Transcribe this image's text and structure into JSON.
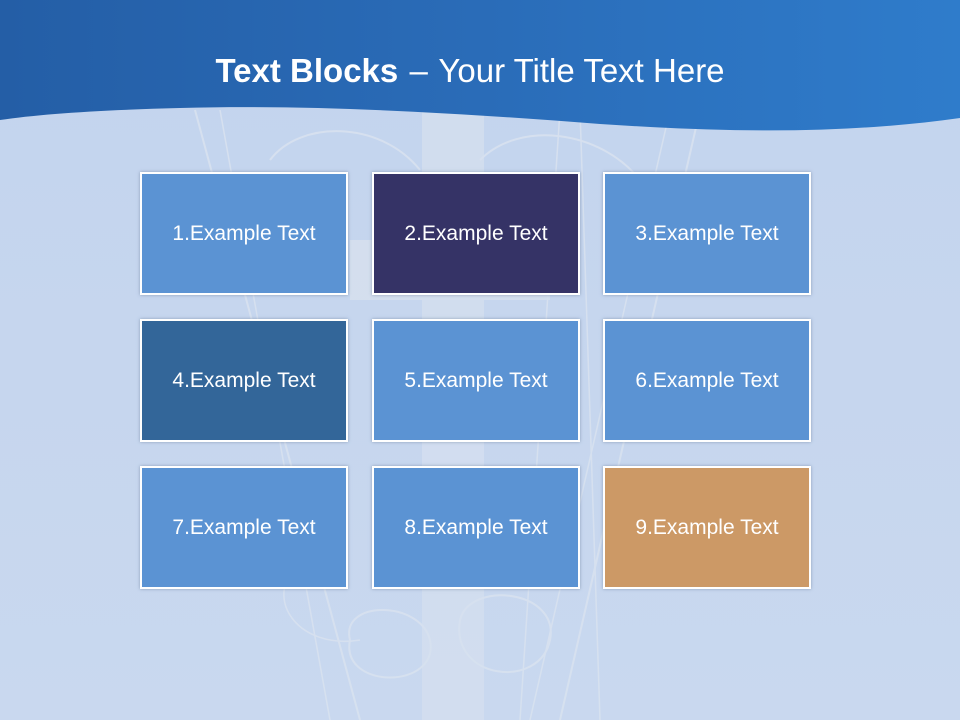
{
  "title": {
    "bold": "Text Blocks",
    "dash": "–",
    "rest": "Your Title Text Here"
  },
  "colors": {
    "header_blue_dark": "#1f5a9c",
    "header_blue_light": "#2f7ccb",
    "tile_default": "#5b93d3",
    "tile_navy": "#353366",
    "tile_steel": "#336699",
    "tile_orange": "#cc9966",
    "tile_border": "#ffffff"
  },
  "tiles": [
    {
      "label": "1.Example Text",
      "color": "#5b93d3"
    },
    {
      "label": "2.Example Text",
      "color": "#353366"
    },
    {
      "label": "3.Example Text",
      "color": "#5b93d3"
    },
    {
      "label": "4.Example Text",
      "color": "#336699"
    },
    {
      "label": "5.Example Text",
      "color": "#5b93d3"
    },
    {
      "label": "6.Example Text",
      "color": "#5b93d3"
    },
    {
      "label": "7.Example Text",
      "color": "#5b93d3"
    },
    {
      "label": "8.Example Text",
      "color": "#5b93d3"
    },
    {
      "label": "9.Example Text",
      "color": "#cc9966"
    }
  ]
}
